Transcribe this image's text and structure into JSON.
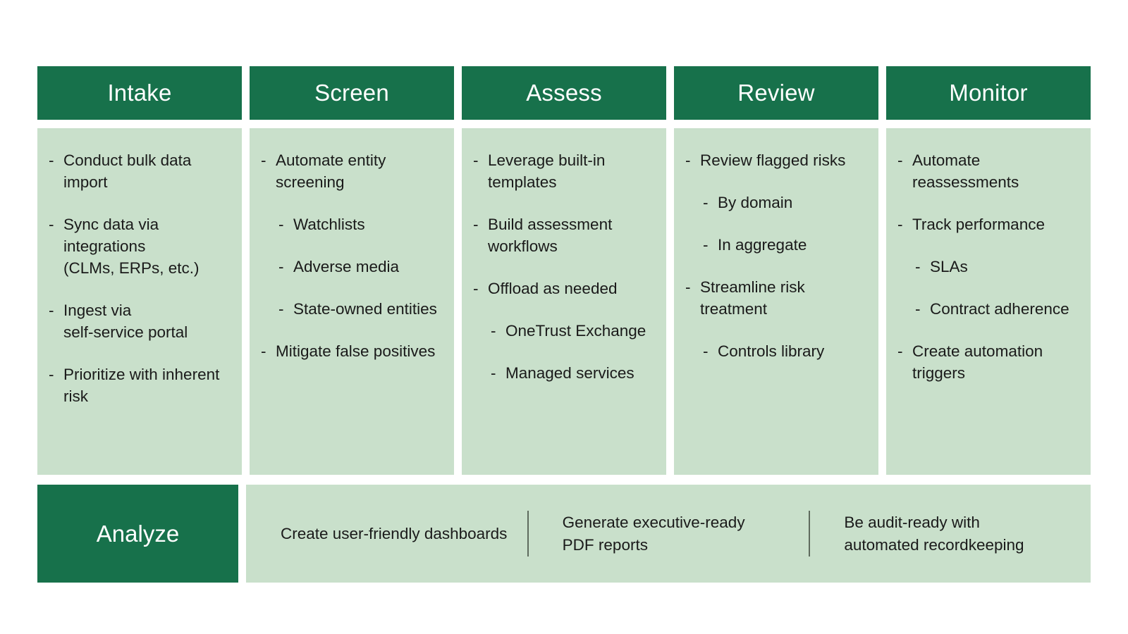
{
  "theme": {
    "header_green": "#17714b",
    "panel_green": "#c9e0cb",
    "text_dark": "#1a1a1a",
    "header_text": "#ffffff",
    "divider_gray": "#5e6b5e",
    "page_background": "#ffffff"
  },
  "stages": [
    {
      "title": "Intake",
      "items": [
        {
          "level": 1,
          "text": "Conduct bulk data import"
        },
        {
          "level": 1,
          "text": "Sync data via integrations\n(CLMs, ERPs, etc.)"
        },
        {
          "level": 1,
          "text": "Ingest via\nself-service portal"
        },
        {
          "level": 1,
          "text": "Prioritize with inherent risk"
        }
      ]
    },
    {
      "title": "Screen",
      "items": [
        {
          "level": 1,
          "text": "Automate entity screening"
        },
        {
          "level": 2,
          "text": "Watchlists"
        },
        {
          "level": 2,
          "text": "Adverse media"
        },
        {
          "level": 2,
          "text": "State-owned entities"
        },
        {
          "level": 1,
          "text": "Mitigate false positives"
        }
      ]
    },
    {
      "title": "Assess",
      "items": [
        {
          "level": 1,
          "text": "Leverage built-in templates"
        },
        {
          "level": 1,
          "text": "Build assessment workflows"
        },
        {
          "level": 1,
          "text": "Offload as needed"
        },
        {
          "level": 2,
          "text": "OneTrust Exchange"
        },
        {
          "level": 2,
          "text": "Managed services"
        }
      ]
    },
    {
      "title": "Review",
      "items": [
        {
          "level": 1,
          "text": "Review flagged risks"
        },
        {
          "level": 2,
          "text": "By domain"
        },
        {
          "level": 2,
          "text": "In aggregate"
        },
        {
          "level": 1,
          "text": "Streamline risk treatment"
        },
        {
          "level": 2,
          "text": "Controls library"
        }
      ]
    },
    {
      "title": "Monitor",
      "items": [
        {
          "level": 1,
          "text": "Automate reassessments"
        },
        {
          "level": 1,
          "text": "Track performance"
        },
        {
          "level": 2,
          "text": "SLAs"
        },
        {
          "level": 2,
          "text": "Contract adherence"
        },
        {
          "level": 1,
          "text": "Create automation triggers"
        }
      ]
    }
  ],
  "analyze": {
    "label": "Analyze",
    "cells": [
      {
        "text": "Create user-friendly dashboards"
      },
      {
        "text": "Generate executive-ready\nPDF reports"
      },
      {
        "text": "Be audit-ready with\nautomated recordkeeping"
      }
    ]
  },
  "bullet_glyph": "-"
}
